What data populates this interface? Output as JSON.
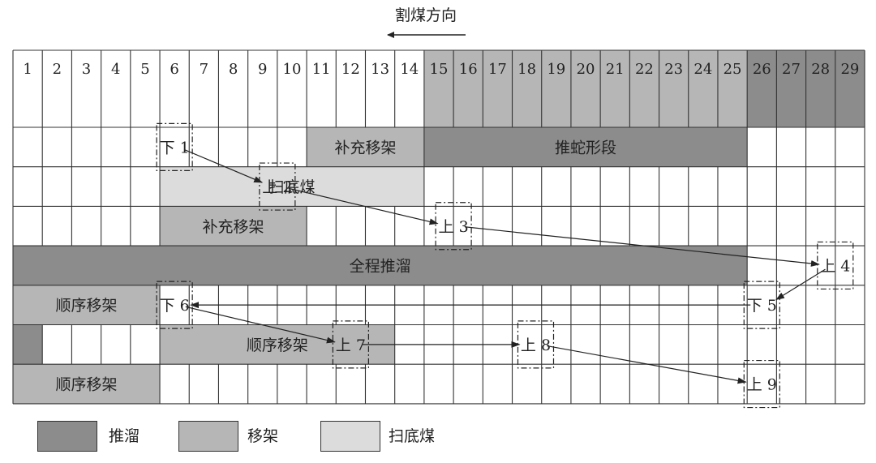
{
  "header": {
    "direction_label": "割煤方向"
  },
  "columns": [
    "1",
    "2",
    "3",
    "4",
    "5",
    "6",
    "7",
    "8",
    "9",
    "10",
    "11",
    "12",
    "13",
    "14",
    "15",
    "16",
    "17",
    "18",
    "19",
    "20",
    "21",
    "22",
    "23",
    "24",
    "25",
    "26",
    "27",
    "28",
    "29"
  ],
  "colors": {
    "push": "#8c8c8c",
    "move": "#b6b6b6",
    "sweep": "#dcdcdc",
    "line": "#333333"
  },
  "header_shading": [
    {
      "from": 15,
      "to": 25,
      "kind": "move"
    },
    {
      "from": 26,
      "to": 29,
      "kind": "push"
    }
  ],
  "bars": [
    {
      "row": 1,
      "from": 11,
      "to": 14,
      "kind": "move",
      "label": "补充移架"
    },
    {
      "row": 1,
      "from": 15,
      "to": 25,
      "kind": "push",
      "label": "推蛇形段"
    },
    {
      "row": 2,
      "from": 6,
      "to": 14,
      "kind": "sweep",
      "label": "扫底煤"
    },
    {
      "row": 3,
      "from": 6,
      "to": 10,
      "kind": "move",
      "label": "补充移架"
    },
    {
      "row": 4,
      "from": 1,
      "to": 25,
      "kind": "push",
      "label": "全程推溜"
    },
    {
      "row": 5,
      "from": 1,
      "to": 5,
      "kind": "move",
      "label": "顺序移架"
    },
    {
      "row": 6,
      "from": 1,
      "to": 1,
      "kind": "push",
      "label": ""
    },
    {
      "row": 6,
      "from": 6,
      "to": 13,
      "kind": "move",
      "label": "顺序移架"
    },
    {
      "row": 7,
      "from": 1,
      "to": 5,
      "kind": "move",
      "label": "顺序移架"
    }
  ],
  "markers": [
    {
      "id": "m1",
      "label": "下 1",
      "row": 1,
      "col": 6
    },
    {
      "id": "m2",
      "label": "上 2",
      "row": 2,
      "col": 9.5
    },
    {
      "id": "m3",
      "label": "上 3",
      "row": 3,
      "col": 15.5
    },
    {
      "id": "m4",
      "label": "上 4",
      "row": 4,
      "col": 28.5
    },
    {
      "id": "m5",
      "label": "下 5",
      "row": 5,
      "col": 26
    },
    {
      "id": "m6",
      "label": "下 6",
      "row": 5,
      "col": 6
    },
    {
      "id": "m7",
      "label": "上 7",
      "row": 6,
      "col": 12
    },
    {
      "id": "m8",
      "label": "上 8",
      "row": 6,
      "col": 18.3
    },
    {
      "id": "m9",
      "label": "上 9",
      "row": 7,
      "col": 26
    }
  ],
  "arrows": [
    [
      "m1",
      "m2"
    ],
    [
      "m2",
      "m3"
    ],
    [
      "m3",
      "m4"
    ],
    [
      "m4",
      "m5"
    ],
    [
      "m5",
      "m6"
    ],
    [
      "m6",
      "m7"
    ],
    [
      "m7",
      "m8"
    ],
    [
      "m8",
      "m9"
    ]
  ],
  "legend": [
    {
      "kind": "push",
      "label": "推溜"
    },
    {
      "kind": "move",
      "label": "移架"
    },
    {
      "kind": "sweep",
      "label": "扫底煤"
    }
  ]
}
